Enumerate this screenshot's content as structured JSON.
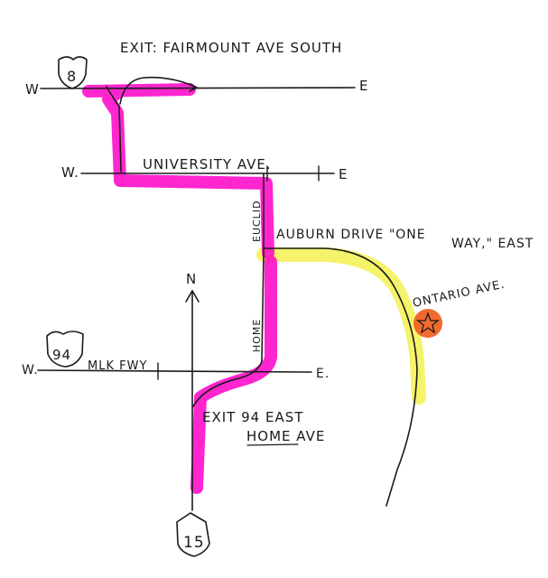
{
  "colors": {
    "route_magenta": "#ff00c8",
    "route_yellow": "#f4f25a",
    "destination_orange": "#f05a1a",
    "ink": "#1a1a1a"
  },
  "labels": {
    "exit_fairmount": "EXIT: FAIRMOUNT AVE SOUTH",
    "hwy8_w": "W",
    "hwy8_e": "E",
    "hwy8_shield": "8",
    "university": "UNIVERSITY AVE.",
    "univ_w": "W.",
    "univ_e": "E",
    "euclid": "EUCLID",
    "auburn": "AUBURN DRIVE \"ONE",
    "oneway": "WAY,\" EAST",
    "ontario": "ONTARIO AVE.",
    "north": "N",
    "home_vertical": "HOME",
    "hwy94_shield": "94",
    "mlk": "MLK FWY",
    "mlk_w": "W.",
    "mlk_e": "E.",
    "exit94": "EXIT 94 EAST",
    "home_ave": "HOME AVE",
    "hwy15_shield": "15"
  }
}
